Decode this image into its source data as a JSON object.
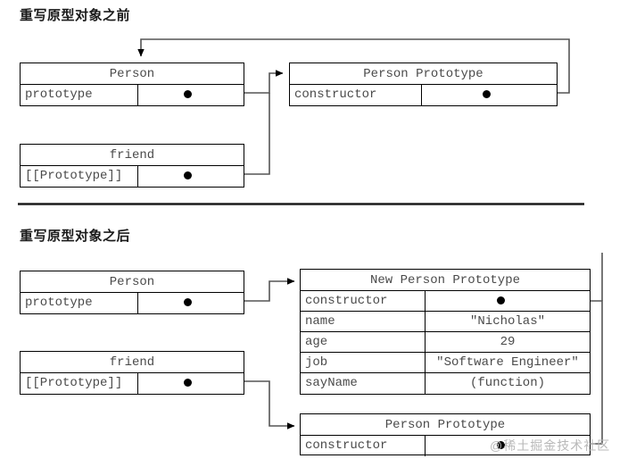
{
  "sections": [
    {
      "title": "重写原型对象之前",
      "boxes": [
        {
          "name": "Person",
          "rows": [
            {
              "key": "prototype",
              "value": ""
            }
          ]
        },
        {
          "name": "friend",
          "rows": [
            {
              "key": "[[Prototype]]",
              "value": ""
            }
          ]
        },
        {
          "name": "Person Prototype",
          "rows": [
            {
              "key": "constructor",
              "value": ""
            }
          ]
        }
      ]
    },
    {
      "title": "重写原型对象之后",
      "boxes": [
        {
          "name": "Person",
          "rows": [
            {
              "key": "prototype",
              "value": ""
            }
          ]
        },
        {
          "name": "friend",
          "rows": [
            {
              "key": "[[Prototype]]",
              "value": ""
            }
          ]
        },
        {
          "name": "New Person Prototype",
          "rows": [
            {
              "key": "constructor",
              "value": ""
            },
            {
              "key": "name",
              "value": "\"Nicholas\""
            },
            {
              "key": "age",
              "value": "29"
            },
            {
              "key": "job",
              "value": "\"Software Engineer\""
            },
            {
              "key": "sayName",
              "value": "(function)"
            }
          ]
        },
        {
          "name": "Person Prototype",
          "rows": [
            {
              "key": "constructor",
              "value": ""
            }
          ]
        }
      ]
    }
  ],
  "watermark": "@稀土掘金技术社区",
  "colors": {
    "stroke": "#000000",
    "line": "#555555",
    "text": "#4a4a4a",
    "title": "#1a1a1a",
    "watermark": "#b9b9b9",
    "background": "#ffffff"
  }
}
